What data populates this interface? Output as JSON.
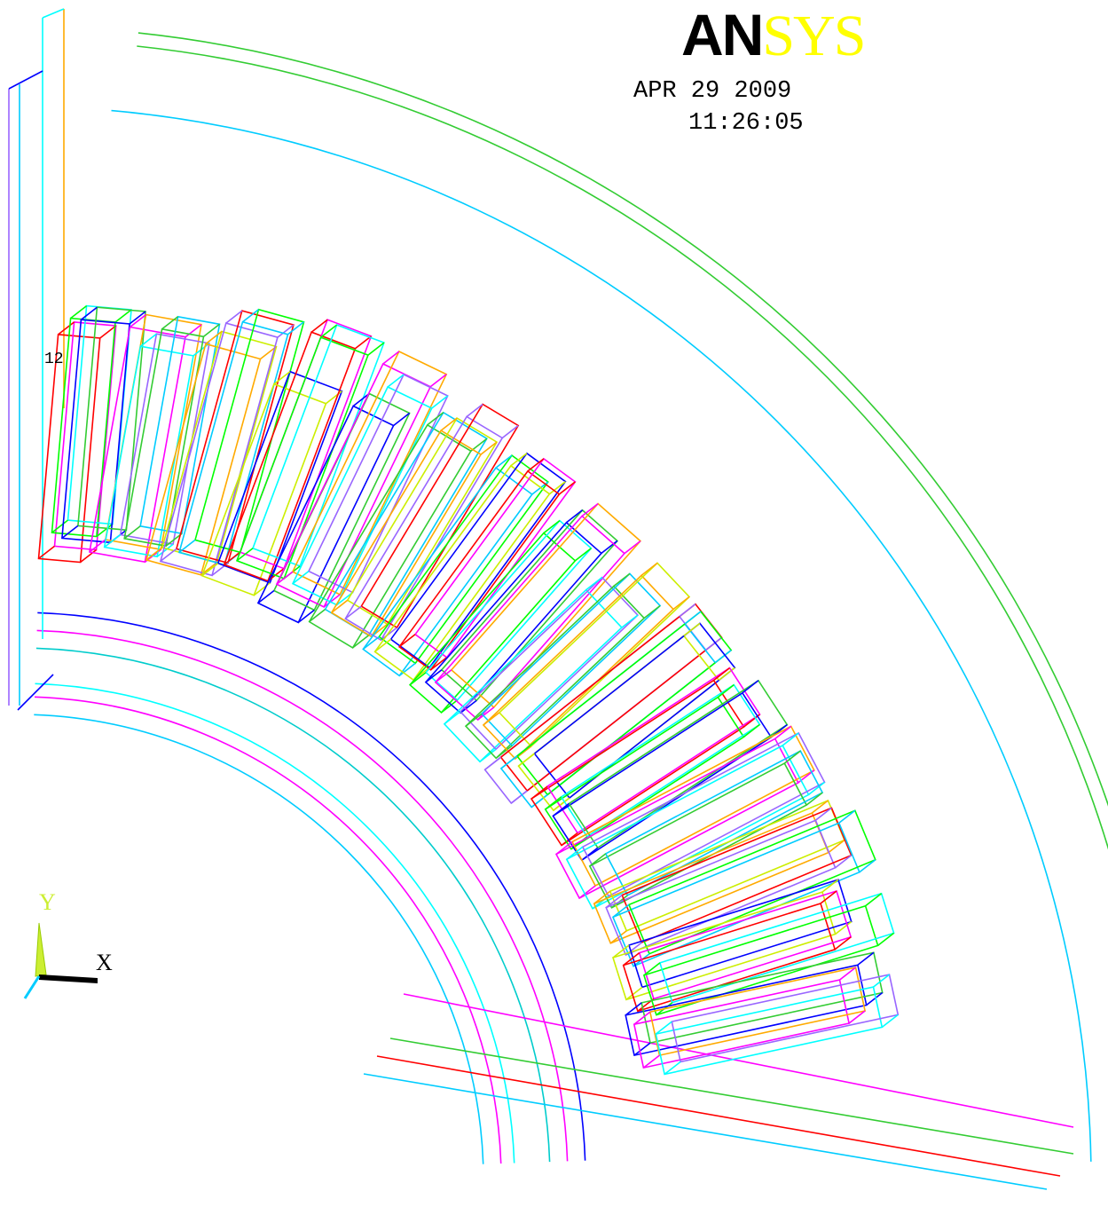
{
  "logo": {
    "part1": "AN",
    "part2": "SYS"
  },
  "timestamp": {
    "date": "APR 29 2009",
    "time": "11:26:05"
  },
  "triad": {
    "x_label": "X",
    "y_label": "Y"
  },
  "workplane_label": "12",
  "colors": {
    "background": "#ffffff",
    "logo_dark": "#000000",
    "logo_yellow": "#ffff00",
    "wire_palette": [
      "#ff0000",
      "#00ff00",
      "#0000ff",
      "#ff00ff",
      "#00ffff",
      "#33cc33",
      "#ffaa00",
      "#9966ff",
      "#00ccff",
      "#ccee00"
    ]
  }
}
